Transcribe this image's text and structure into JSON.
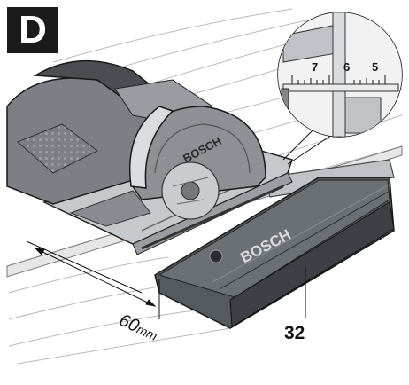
{
  "figure": {
    "badge_letter": "D",
    "callout_number": "32",
    "dimension_value": "60",
    "dimension_unit": "mm",
    "brand_on_blade": "BOSCH",
    "brand_on_guide": "BOSCH",
    "scale_labels": [
      "7",
      "6",
      "5"
    ]
  }
}
